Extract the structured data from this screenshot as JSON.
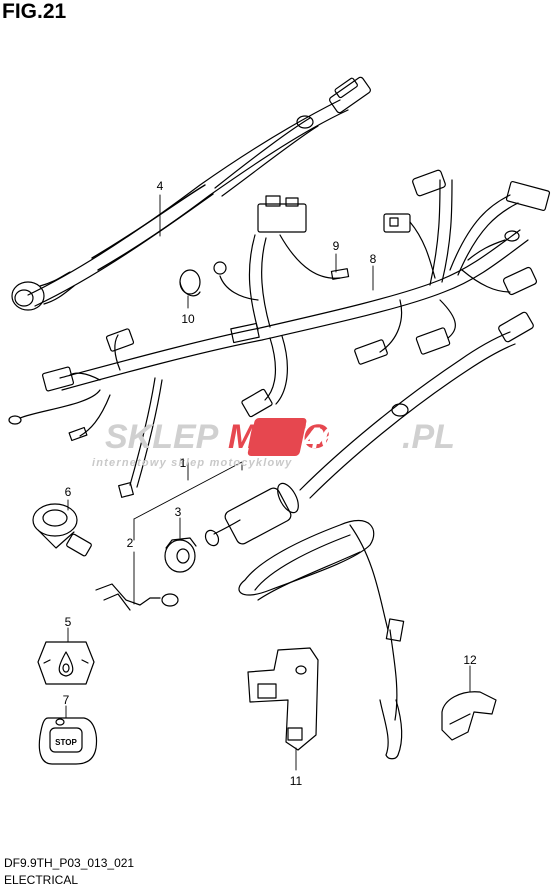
{
  "figure": {
    "title": "FIG.21",
    "code": "DF9.9TH_P03_013_021",
    "section": "ELECTRICAL"
  },
  "watermark": {
    "brand_left": "SKLEP",
    "brand_mid": "MOTO",
    "brand_num": "46",
    "brand_tld": ".PL",
    "tagline": "internetowy sklep motocyklowy"
  },
  "callouts": [
    {
      "id": "c1",
      "text": "1"
    },
    {
      "id": "c2",
      "text": "2"
    },
    {
      "id": "c3",
      "text": "3"
    },
    {
      "id": "c4",
      "text": "4"
    },
    {
      "id": "c5",
      "text": "5"
    },
    {
      "id": "c6",
      "text": "6"
    },
    {
      "id": "c7",
      "text": "7"
    },
    {
      "id": "c8",
      "text": "8"
    },
    {
      "id": "c9",
      "text": "9"
    },
    {
      "id": "c10",
      "text": "10"
    },
    {
      "id": "c11",
      "text": "11"
    },
    {
      "id": "c12",
      "text": "12"
    }
  ],
  "stop_plate_text": "STOP",
  "colors": {
    "line": "#000000",
    "watermark_gray": "#c9c9c9",
    "watermark_red": "#e6474f"
  }
}
